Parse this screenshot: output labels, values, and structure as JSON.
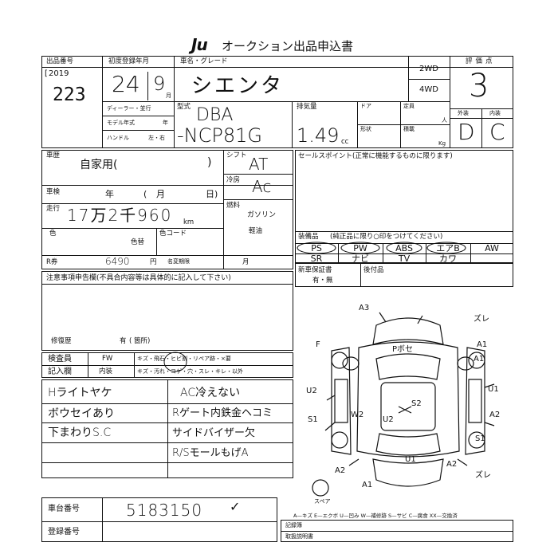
{
  "header": {
    "logo": "Ju",
    "title": "オークション出品申込書"
  },
  "lot": {
    "label": "出品番号",
    "year": "2019",
    "number": "223"
  },
  "registration": {
    "label": "初度登録年月",
    "year": "24",
    "month": "9",
    "month_unit": "月"
  },
  "model": {
    "label": "車名・グレード",
    "name": "シエンタ",
    "drive_2wd": "2WD",
    "drive_4wd": "4WD"
  },
  "rating": {
    "label": "評価点",
    "score": "3",
    "exterior_label": "外装",
    "interior_label": "内装",
    "exterior": "D",
    "interior": "C"
  },
  "dealer_rows": {
    "dealer": "ディーラー・並行",
    "model_year": "モデル年式",
    "year_unit": "年",
    "handle": "ハンドル",
    "handle_opts": "左・右"
  },
  "type": {
    "label": "型式",
    "prefix": "DBA",
    "code": "-NCP81G"
  },
  "engine": {
    "label": "排気量",
    "value": "1.49",
    "unit": "cc"
  },
  "door": {
    "label": "ドア"
  },
  "capacity": {
    "label": "定員",
    "unit": "人"
  },
  "shape": {
    "label": "形状"
  },
  "load": {
    "label": "積載",
    "unit": "Kg"
  },
  "usage": {
    "label": "車歴",
    "value": "自家用(",
    "close": ")"
  },
  "shift": {
    "label": "シフト",
    "value": "AT"
  },
  "cooler": {
    "label": "冷房",
    "value": "Ac"
  },
  "fuel": {
    "label": "燃料",
    "value": "ガソリン",
    "diesel": "軽油"
  },
  "inspection": {
    "label": "車検",
    "year_unit": "年",
    "month_unit": "月",
    "day_unit": "日)",
    "open": "("
  },
  "mileage": {
    "label": "走行",
    "value": "17万2千960",
    "unit": "km"
  },
  "color": {
    "label": "色",
    "changed": "色替",
    "code_label": "色コード"
  },
  "recycle": {
    "label": "R券",
    "value": "6490",
    "unit": "円",
    "deadline": "名変期限",
    "month_unit": "月"
  },
  "sales_point": {
    "label": "セールスポイント(正常に機能するものに限ります)"
  },
  "equipment": {
    "label": "装備品",
    "note": "(純正品に限り○印をつけてください)",
    "row1": [
      "PS",
      "PW",
      "ABS",
      "エアB",
      "AW"
    ],
    "row2": [
      "SR",
      "ナビ",
      "TV",
      "カワ"
    ]
  },
  "new_warranty": {
    "label": "新車保証書",
    "options": "有・無",
    "other": "後付品"
  },
  "notes": {
    "label": "注意事項申告欄(不具合内容等は具体的に記入して下さい)"
  },
  "repair": {
    "label": "修復歴",
    "value": "有",
    "bracket": "箇所)",
    "open": "("
  },
  "inspector": {
    "label": "検査員",
    "entry_label": "記入欄",
    "fw": "FW",
    "interior": "内装",
    "row1": "キズ・飛石・ヒビ割・リペア跡・×要",
    "row2": "キズ・汚れ・コゲ・穴・スレ・キレ・以外"
  },
  "remarks": [
    "Hライトヤケ",
    "ボウセイあり",
    "下まわりS.C"
  ],
  "remarks_right": [
    "AC冷えない",
    "Rゲート内鉄金ヘコミ",
    "サイドバイザー欠",
    "R/SモールもげA"
  ],
  "diagram": {
    "marks": [
      "A3",
      "ズレ",
      "F",
      "A1",
      "Pボセ",
      "A1",
      "U2",
      "U1",
      "S1",
      "W2",
      "U2",
      "A2",
      "S2",
      "A2",
      "S1",
      "U1",
      "A2",
      "ズレ",
      "A1"
    ],
    "spare": "スペア"
  },
  "chassis": {
    "label": "車台番号",
    "value": "5183150",
    "check": "✓"
  },
  "reg_number": {
    "label": "登録番号"
  },
  "legend": {
    "line1": "A—キズ E—エクボ U—凹み W—補修跡 S—サビ C—腐食 XX—交換済",
    "line2": "記録簿",
    "line3": "取扱説明書"
  }
}
